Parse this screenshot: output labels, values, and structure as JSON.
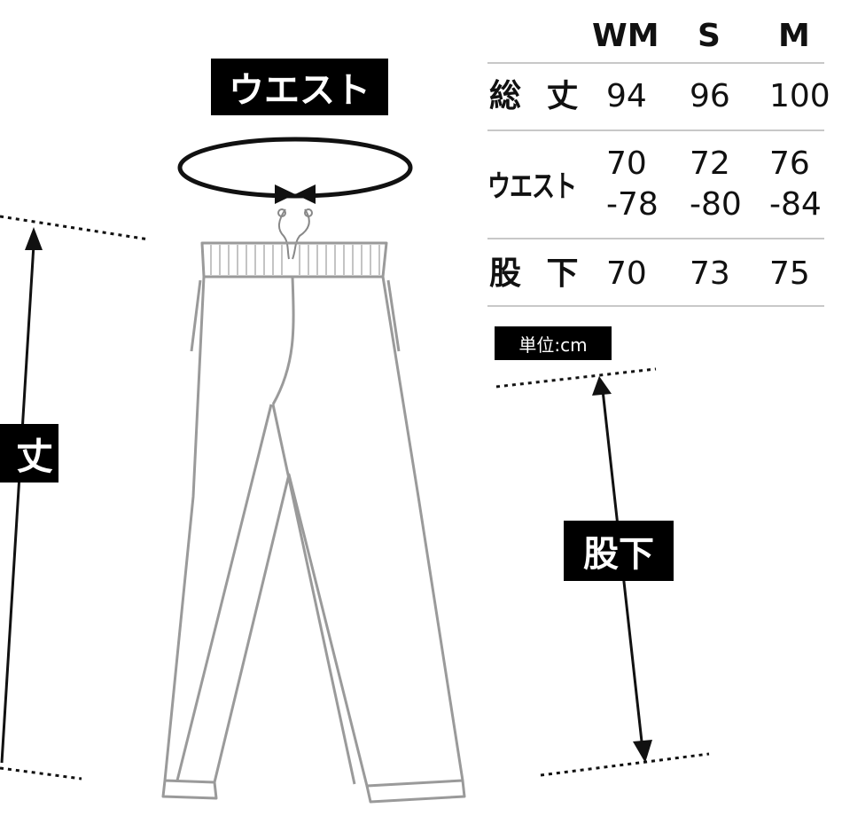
{
  "labels": {
    "waist": "ウエスト",
    "total_length": "丈",
    "inseam": "股下",
    "unit": "単位:cm"
  },
  "table": {
    "columns": [
      "WM",
      "S",
      "M"
    ],
    "rows": [
      {
        "label": "総 丈",
        "values": [
          "94",
          "96",
          "100"
        ]
      },
      {
        "label": "ウエスト",
        "values": [
          "70\n-78",
          "72\n-80",
          "76\n-84"
        ]
      },
      {
        "label": "股 下",
        "values": [
          "70",
          "73",
          "75"
        ]
      }
    ]
  },
  "colors": {
    "ink": "#111111",
    "label_bg": "#000000",
    "label_fg": "#ffffff",
    "rule": "#c8c8c8"
  }
}
